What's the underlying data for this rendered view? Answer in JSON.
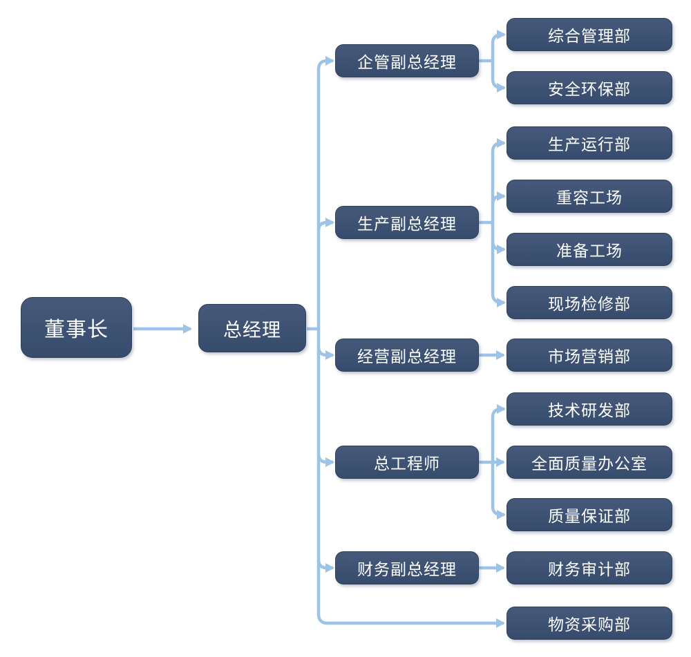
{
  "title": "company-org-chart",
  "colors": {
    "node_fill": "#3D5273",
    "node_border": "#2E4158",
    "connector": "#9DC3E6",
    "text": "#FFFFFF",
    "background": "#FFFFFF"
  },
  "org": {
    "chairman": "董事长",
    "general_manager": "总经理",
    "groups": [
      {
        "manager": "企管副总经理",
        "departments": [
          "综合管理部",
          "安全环保部"
        ]
      },
      {
        "manager": "生产副总经理",
        "departments": [
          "生产运行部",
          "重容工场",
          "准备工场",
          "现场检修部"
        ]
      },
      {
        "manager": "经营副总经理",
        "departments": [
          "市场营销部"
        ]
      },
      {
        "manager": "总工程师",
        "departments": [
          "技术研发部",
          "全面质量办公室",
          "质量保证部"
        ]
      },
      {
        "manager": "财务副总经理",
        "departments": [
          "财务审计部"
        ]
      },
      {
        "departments": [
          "物资采购部"
        ]
      }
    ]
  }
}
